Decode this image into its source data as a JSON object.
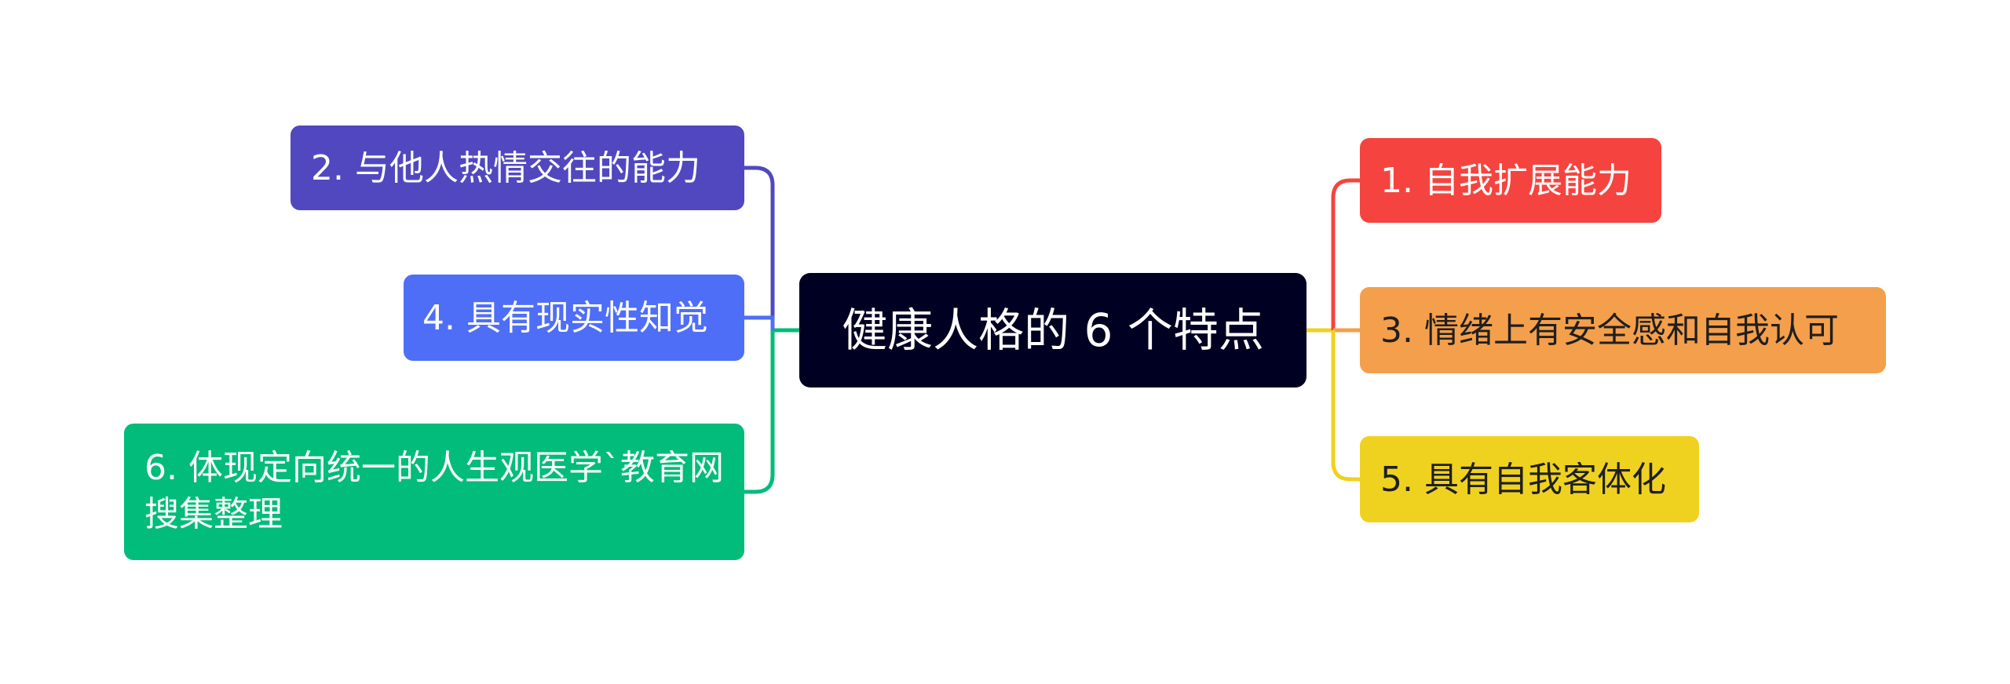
{
  "root": {
    "label": "健康人格的 6 个特点",
    "color": "#000022"
  },
  "left_branches": [
    {
      "label": "2. 与他人热情交往的能力",
      "color": "#5148C0"
    },
    {
      "label": "4. 具有现实性知觉",
      "color": "#4F6EF7"
    },
    {
      "label": "6. 体现定向统一的人生观医学`教育网搜集整理",
      "color": "#01BC7A"
    }
  ],
  "right_branches": [
    {
      "label": "1. 自我扩展能力",
      "color": "#F5443F"
    },
    {
      "label": "3. 情绪上有安全感和自我认可",
      "color": "#F49F4B"
    },
    {
      "label": "5. 具有自我客体化",
      "color": "#EFD21F"
    }
  ]
}
